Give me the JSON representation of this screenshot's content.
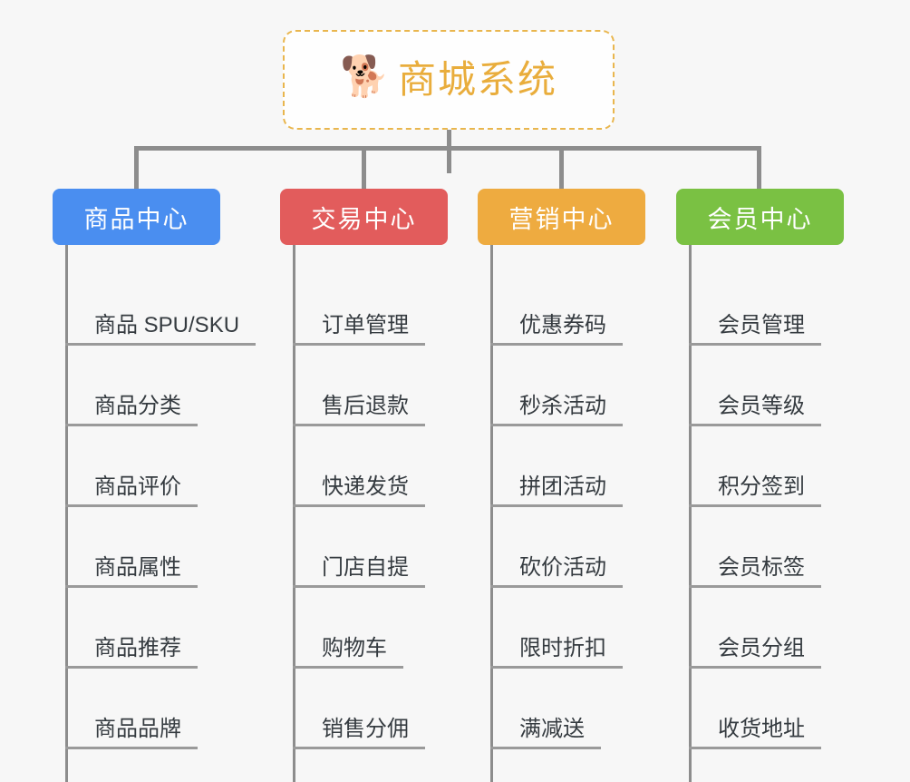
{
  "background_color": "#f7f7f7",
  "root": {
    "icon": "shiba-dog-face-icon",
    "emoji": "🐕",
    "title": "商城系统",
    "title_color": "#e9ad3c",
    "border_color": "#e9b64e"
  },
  "connector_color": "#8d8d8d",
  "branches": [
    {
      "label": "商品中心",
      "color": "#4a8ef0",
      "leaves": [
        "商品 SPU/SKU",
        "商品分类",
        "商品评价",
        "商品属性",
        "商品推荐",
        "商品品牌"
      ]
    },
    {
      "label": "交易中心",
      "color": "#e25c5c",
      "leaves": [
        "订单管理",
        "售后退款",
        "快递发货",
        "门店自提",
        "购物车",
        "销售分佣"
      ]
    },
    {
      "label": "营销中心",
      "color": "#eeab40",
      "leaves": [
        "优惠券码",
        "秒杀活动",
        "拼团活动",
        "砍价活动",
        "限时折扣",
        "满减送"
      ]
    },
    {
      "label": "会员中心",
      "color": "#7ac143",
      "leaves": [
        "会员管理",
        "会员等级",
        "积分签到",
        "会员标签",
        "会员分组",
        "收货地址"
      ]
    }
  ]
}
